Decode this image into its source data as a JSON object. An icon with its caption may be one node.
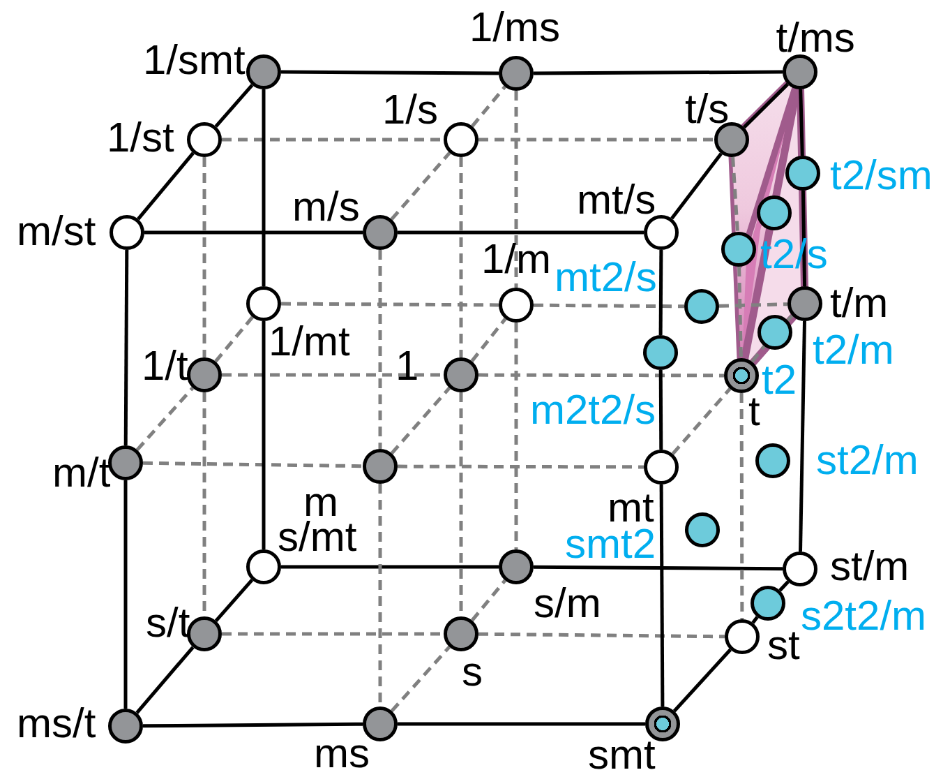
{
  "diagram": {
    "nodes": [
      {
        "text": [],
        "shape": "circle",
        "beside": [
          "1/smt"
        ]
      },
      {
        "text": [],
        "shape": "circle",
        "beside": [
          "1/ms"
        ]
      },
      {
        "text": [],
        "shape": "circle",
        "beside": [
          "t/ms"
        ]
      },
      {
        "text": [],
        "shape": "circle",
        "beside": [
          "1/st"
        ]
      },
      {
        "text": [],
        "shape": "circle",
        "beside": [
          "1/s"
        ]
      },
      {
        "text": [],
        "shape": "circle",
        "beside": [
          "t/s"
        ]
      },
      {
        "text": [],
        "shape": "circle",
        "beside": [
          "t2/sm"
        ]
      },
      {
        "text": [],
        "shape": "circle"
      },
      {
        "text": [],
        "shape": "circle",
        "beside": [
          "m/st"
        ]
      },
      {
        "text": [],
        "shape": "circle",
        "beside": [
          "m/s"
        ]
      },
      {
        "text": [],
        "shape": "circle",
        "beside": [
          "mt/s"
        ]
      },
      {
        "text": [],
        "shape": "circle",
        "beside": [
          "t2/s"
        ]
      },
      {
        "text": [],
        "shape": "circle",
        "beside": [
          "1/mt"
        ]
      },
      {
        "text": [],
        "shape": "circle",
        "beside": [
          "1/m"
        ]
      },
      {
        "text": [],
        "shape": "circle",
        "beside": [
          "mt2/s"
        ]
      },
      {
        "text": [],
        "shape": "circle",
        "beside": [
          "t/m"
        ]
      },
      {
        "text": [],
        "shape": "circle",
        "beside": [
          "t2/m"
        ]
      },
      {
        "text": [],
        "shape": "circle",
        "beside": [
          "m2t2/s"
        ]
      },
      {
        "text": [],
        "shape": "circle",
        "beside": [
          "1/t"
        ]
      },
      {
        "text": [],
        "shape": "circle",
        "beside": [
          "1"
        ]
      },
      {
        "text": [],
        "shape": "circle",
        "beside": [
          "t2",
          "t"
        ]
      },
      {
        "text": [],
        "shape": "circle",
        "beside": [
          "m/t"
        ]
      },
      {
        "text": [],
        "shape": "circle",
        "beside": [
          "m"
        ]
      },
      {
        "text": [],
        "shape": "circle",
        "beside": [
          "st2/m"
        ]
      },
      {
        "text": [],
        "shape": "circle",
        "beside": [
          "mt"
        ]
      },
      {
        "text": [],
        "shape": "circle",
        "beside": [
          "smt2"
        ]
      },
      {
        "text": [],
        "shape": "circle",
        "beside": [
          "s/mt"
        ]
      },
      {
        "text": [],
        "shape": "circle",
        "beside": [
          "s/m"
        ]
      },
      {
        "text": [],
        "shape": "circle",
        "beside": [
          "st/m"
        ]
      },
      {
        "text": [],
        "shape": "circle",
        "beside": [
          "s2t2/m"
        ]
      },
      {
        "text": [],
        "shape": "circle",
        "beside": [
          "s/t"
        ]
      },
      {
        "text": [],
        "shape": "circle",
        "beside": [
          "s"
        ]
      },
      {
        "text": [],
        "shape": "circle",
        "beside": [
          "st"
        ]
      },
      {
        "text": [],
        "shape": "circle",
        "beside": [
          "ms/t"
        ]
      },
      {
        "text": [],
        "shape": "circle",
        "beside": [
          "ms"
        ]
      },
      {
        "text": [],
        "shape": "circle",
        "beside": [
          "smt"
        ]
      }
    ],
    "edges": [
      {
        "from": 8,
        "to": 9,
        "arrow": "none",
        "color": "#000000"
      },
      {
        "from": 9,
        "to": 10,
        "arrow": "none",
        "color": "#000000"
      },
      {
        "from": 21,
        "to": 22,
        "arrow": "none",
        "style": "dashed",
        "color": "#808080"
      },
      {
        "from": 22,
        "to": 24,
        "arrow": "none",
        "style": "dashed",
        "color": "#808080"
      },
      {
        "from": 33,
        "to": 34,
        "arrow": "none",
        "color": "#000000"
      },
      {
        "from": 34,
        "to": 35,
        "arrow": "none",
        "color": "#000000"
      },
      {
        "from": 3,
        "to": 4,
        "arrow": "none",
        "style": "dashed",
        "color": "#808080"
      },
      {
        "from": 4,
        "to": 5,
        "arrow": "none",
        "style": "dashed",
        "color": "#808080"
      },
      {
        "from": 18,
        "to": 19,
        "arrow": "none",
        "style": "dashed",
        "color": "#808080"
      },
      {
        "from": 19,
        "to": 20,
        "arrow": "none",
        "style": "dashed",
        "color": "#808080"
      },
      {
        "from": 30,
        "to": 31,
        "arrow": "none",
        "style": "dashed",
        "color": "#808080"
      },
      {
        "from": 31,
        "to": 32,
        "arrow": "none",
        "style": "dashed",
        "color": "#808080"
      },
      {
        "from": 0,
        "to": 1,
        "arrow": "none",
        "color": "#000000"
      },
      {
        "from": 1,
        "to": 2,
        "arrow": "none",
        "color": "#000000"
      },
      {
        "from": 12,
        "to": 13,
        "arrow": "none",
        "style": "dashed",
        "color": "#808080"
      },
      {
        "from": 13,
        "to": 14,
        "arrow": "none",
        "style": "dashed",
        "color": "#808080"
      },
      {
        "from": 14,
        "to": 15,
        "arrow": "none",
        "style": "dashed",
        "color": "#808080"
      },
      {
        "from": 26,
        "to": 27,
        "arrow": "none",
        "color": "#000000"
      },
      {
        "from": 27,
        "to": 28,
        "arrow": "none",
        "color": "#000000"
      },
      {
        "from": 8,
        "to": 21,
        "arrow": "none",
        "color": "#000000"
      },
      {
        "from": 21,
        "to": 33,
        "arrow": "none",
        "color": "#000000"
      },
      {
        "from": 9,
        "to": 22,
        "arrow": "none",
        "style": "dashed",
        "color": "#808080"
      },
      {
        "from": 22,
        "to": 34,
        "arrow": "none",
        "style": "dashed",
        "color": "#808080"
      },
      {
        "from": 10,
        "to": 17,
        "arrow": "none",
        "color": "#000000"
      },
      {
        "from": 17,
        "to": 24,
        "arrow": "none",
        "color": "#000000"
      },
      {
        "from": 24,
        "to": 35,
        "arrow": "none",
        "color": "#000000"
      },
      {
        "from": 3,
        "to": 18,
        "arrow": "none",
        "style": "dashed",
        "color": "#808080"
      },
      {
        "from": 18,
        "to": 30,
        "arrow": "none",
        "style": "dashed",
        "color": "#808080"
      },
      {
        "from": 4,
        "to": 19,
        "arrow": "none",
        "style": "dashed",
        "color": "#808080"
      },
      {
        "from": 19,
        "to": 31,
        "arrow": "none",
        "style": "dashed",
        "color": "#808080"
      },
      {
        "from": 5,
        "to": 11,
        "arrow": "none",
        "style": "dashed",
        "color": "#808080"
      },
      {
        "from": 11,
        "to": 20,
        "arrow": "none",
        "style": "dashed",
        "color": "#808080"
      },
      {
        "from": 20,
        "to": 32,
        "arrow": "none",
        "style": "dashed",
        "color": "#808080"
      },
      {
        "from": 0,
        "to": 12,
        "arrow": "none",
        "color": "#000000"
      },
      {
        "from": 12,
        "to": 26,
        "arrow": "none",
        "color": "#000000"
      },
      {
        "from": 1,
        "to": 13,
        "arrow": "none",
        "style": "dashed",
        "color": "#808080"
      },
      {
        "from": 13,
        "to": 27,
        "arrow": "none",
        "style": "dashed",
        "color": "#808080"
      },
      {
        "from": 2,
        "to": 6,
        "arrow": "none",
        "color": "#000000"
      },
      {
        "from": 6,
        "to": 15,
        "arrow": "none",
        "color": "#000000"
      },
      {
        "from": 15,
        "to": 28,
        "arrow": "none",
        "color": "#000000"
      },
      {
        "from": 8,
        "to": 3,
        "arrow": "none",
        "color": "#000000"
      },
      {
        "from": 3,
        "to": 0,
        "arrow": "none",
        "color": "#000000"
      },
      {
        "from": 9,
        "to": 4,
        "arrow": "none",
        "style": "dashed",
        "color": "#808080"
      },
      {
        "from": 4,
        "to": 1,
        "arrow": "none",
        "style": "dashed",
        "color": "#808080"
      },
      {
        "from": 10,
        "to": 5,
        "arrow": "none",
        "color": "#000000"
      },
      {
        "from": 5,
        "to": 2,
        "arrow": "none",
        "color": "#000000"
      },
      {
        "from": 21,
        "to": 18,
        "arrow": "none",
        "style": "dashed",
        "color": "#808080"
      },
      {
        "from": 18,
        "to": 12,
        "arrow": "none",
        "style": "dashed",
        "color": "#808080"
      },
      {
        "from": 22,
        "to": 19,
        "arrow": "none",
        "style": "dashed",
        "color": "#808080"
      },
      {
        "from": 19,
        "to": 13,
        "arrow": "none",
        "style": "dashed",
        "color": "#808080"
      },
      {
        "from": 24,
        "to": 20,
        "arrow": "none",
        "style": "dashed",
        "color": "#808080"
      },
      {
        "from": 20,
        "to": 16,
        "arrow": "none",
        "style": "dashed",
        "color": "#808080"
      },
      {
        "from": 16,
        "to": 15,
        "arrow": "none",
        "style": "dashed",
        "color": "#808080"
      },
      {
        "from": 33,
        "to": 30,
        "arrow": "none",
        "color": "#000000"
      },
      {
        "from": 30,
        "to": 26,
        "arrow": "none",
        "color": "#000000"
      },
      {
        "from": 34,
        "to": 31,
        "arrow": "none",
        "style": "dashed",
        "color": "#808080"
      },
      {
        "from": 31,
        "to": 27,
        "arrow": "none",
        "style": "dashed",
        "color": "#808080"
      },
      {
        "from": 35,
        "to": 32,
        "arrow": "none",
        "color": "#000000"
      },
      {
        "from": 32,
        "to": 29,
        "arrow": "none",
        "color": "#000000"
      },
      {
        "from": 29,
        "to": 28,
        "arrow": "none",
        "color": "#000000"
      }
    ]
  }
}
